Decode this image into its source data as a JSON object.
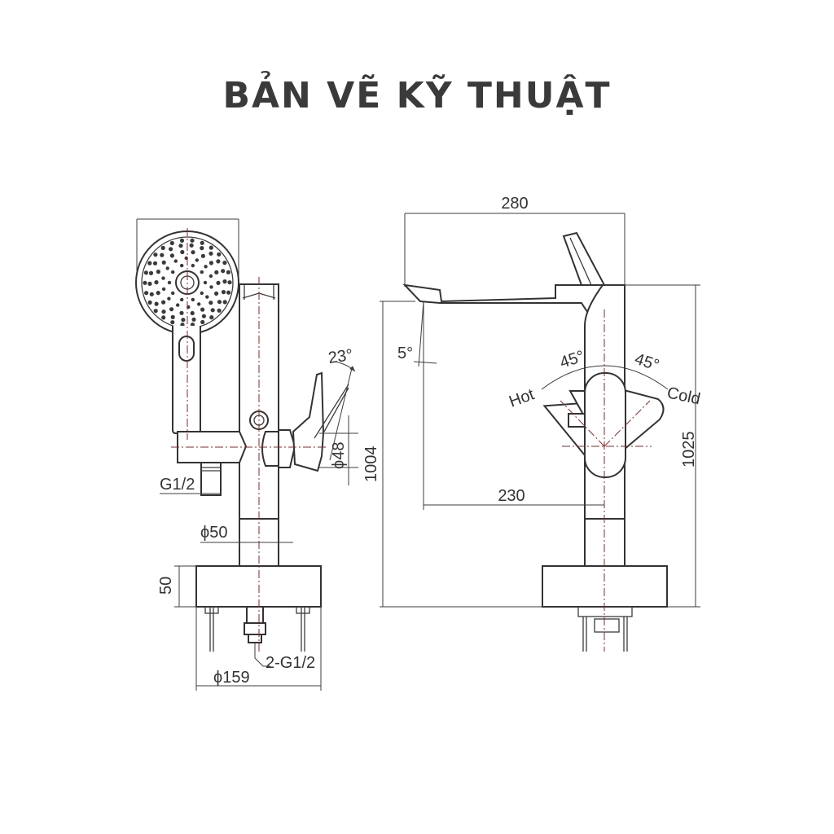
{
  "title": "BẢN VẼ KỸ THUẬT",
  "left_view": {
    "thread_outlet": "G1/2",
    "angle_handle": "23°",
    "diameter_handle": "ϕ48",
    "diameter_column": "ϕ50",
    "base_height": "50",
    "inlet_thread": "2-G1/2",
    "diameter_base": "ϕ159"
  },
  "right_view": {
    "width_top": "280",
    "angle_spout": "5°",
    "angle_hot": "45°",
    "angle_cold": "45°",
    "label_hot": "Hot",
    "label_cold": "Cold",
    "height_spout": "1004",
    "height_total": "1025",
    "reach_spout": "230"
  },
  "colors": {
    "line": "#3c3c3c",
    "centerline": "#8a2a2a",
    "title": "#3a3a3a"
  }
}
